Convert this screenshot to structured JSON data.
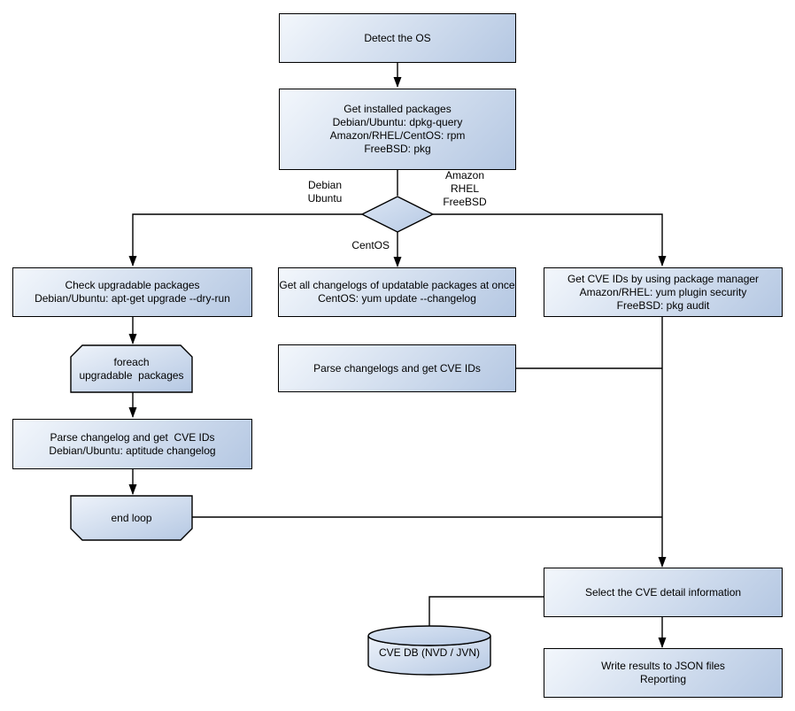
{
  "diagram": {
    "type": "flowchart",
    "colors": {
      "background": "#ffffff",
      "node_fill_light": "#f3f7fc",
      "node_fill_dark": "#b4c7e2",
      "node_border": "#000000",
      "connector": "#000000",
      "text": "#000000"
    },
    "nodes": {
      "detect_os": {
        "lines": [
          "Detect the OS"
        ]
      },
      "get_installed_packages": {
        "lines": [
          "Get installed packages",
          "Debian/Ubuntu: dpkg-query",
          "Amazon/RHEL/CentOS: rpm",
          "FreeBSD: pkg"
        ]
      },
      "check_upgradable": {
        "lines": [
          "Check upgradable packages",
          "Debian/Ubuntu: apt-get upgrade --dry-run"
        ]
      },
      "foreach_loop_start": {
        "lines": [
          "foreach",
          "upgradable  packages"
        ]
      },
      "parse_changelog": {
        "lines": [
          "Parse changelog and get  CVE IDs",
          "Debian/Ubuntu: aptitude changelog"
        ]
      },
      "end_loop": {
        "lines": [
          "end loop"
        ]
      },
      "get_all_changelogs": {
        "lines": [
          "Get all changelogs of updatable packages at once",
          "CentOS: yum update --changelog"
        ]
      },
      "parse_changelogs": {
        "lines": [
          "Parse changelogs and get CVE IDs"
        ]
      },
      "get_cve_ids_pkg_mgr": {
        "lines": [
          "Get CVE IDs by using package manager",
          "Amazon/RHEL: yum plugin security",
          "FreeBSD: pkg audit"
        ]
      },
      "select_cve_detail": {
        "lines": [
          "Select the CVE detail information"
        ]
      },
      "cve_db": {
        "lines": [
          "CVE DB (NVD / JVN)"
        ]
      },
      "write_results": {
        "lines": [
          "Write results to JSON files",
          "Reporting"
        ]
      }
    },
    "edge_labels": {
      "debian_ubuntu": {
        "lines": [
          "Debian",
          "Ubuntu"
        ]
      },
      "amazon_rhel_freebsd": {
        "lines": [
          "Amazon",
          "RHEL",
          "FreeBSD"
        ]
      },
      "centos": {
        "lines": [
          "CentOS"
        ]
      }
    }
  }
}
